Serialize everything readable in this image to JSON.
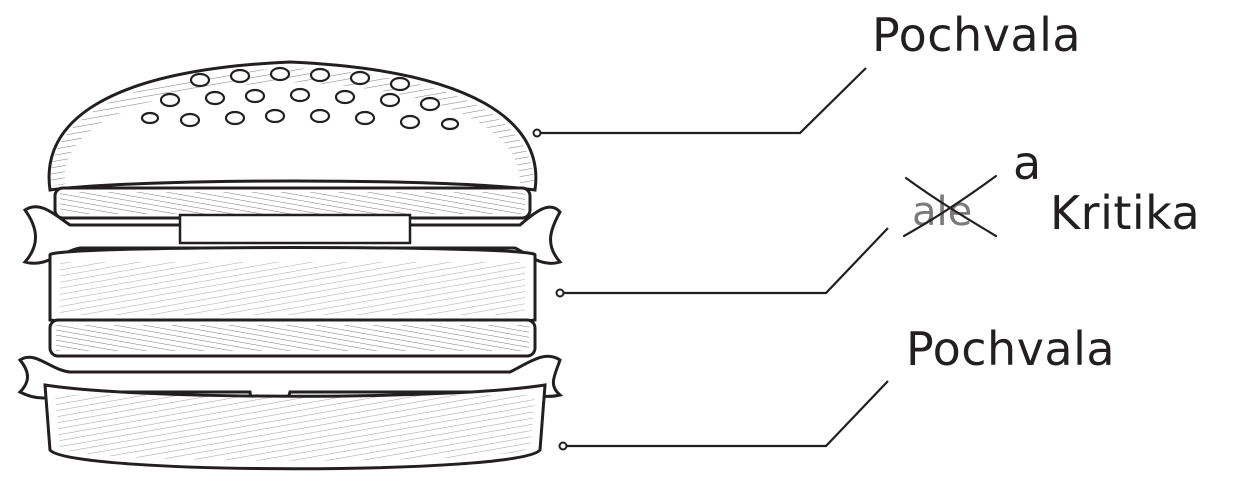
{
  "labels": {
    "top": "Pochvala",
    "middle_struck": "ale",
    "middle_insert": "a",
    "middle": "Kritika",
    "bottom": "Pochvala"
  },
  "colors": {
    "ink": "#231f20",
    "struck_word": "#7a7a7a",
    "bun": "#ffffff"
  },
  "icons": {
    "burger": "burger-sandwich-illustration",
    "strike": "cross-out-x-mark"
  }
}
